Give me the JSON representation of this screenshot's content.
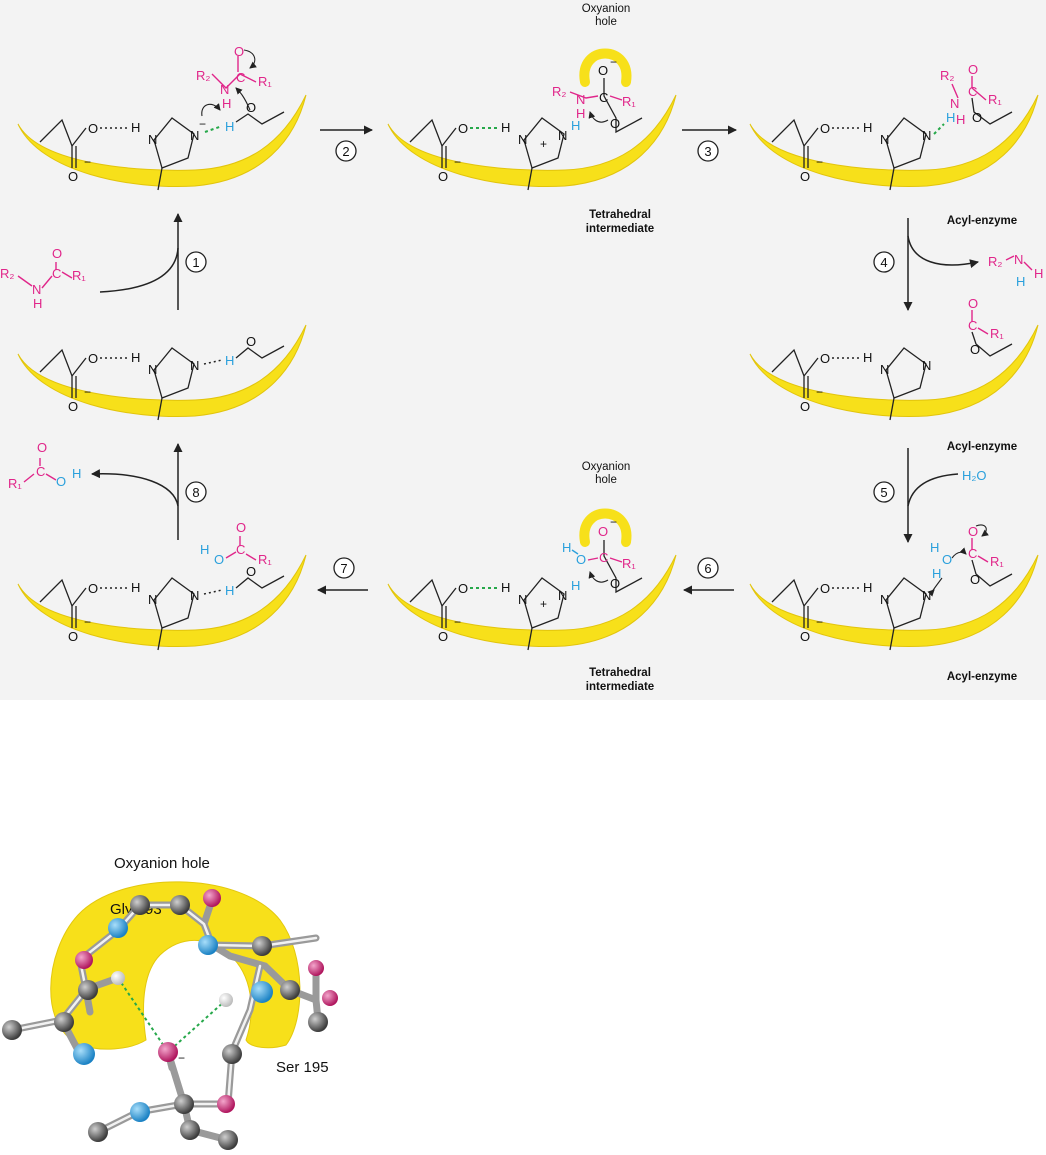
{
  "mechanism": {
    "steps": [
      "1",
      "2",
      "3",
      "4",
      "5",
      "6",
      "7",
      "8"
    ],
    "labels": {
      "oxyanion_hole_1": [
        "Oxyanion",
        "hole"
      ],
      "oxyanion_hole_2": [
        "Oxyanion",
        "hole"
      ],
      "tetrahedral_1": [
        "Tetrahedral",
        "intermediate"
      ],
      "tetrahedral_2": [
        "Tetrahedral",
        "intermediate"
      ],
      "acyl_enzyme_1": "Acyl-enzyme",
      "acyl_enzyme_2": "Acyl-enzyme",
      "acyl_enzyme_3": "Acyl-enzyme"
    },
    "atoms": {
      "O": "O",
      "N": "N",
      "H": "H",
      "C": "C",
      "R1": "R₁",
      "R2": "R₂",
      "plus": "+",
      "minus": "−",
      "water": "H₂O"
    }
  },
  "model": {
    "title": "Oxyanion hole",
    "gly": "Gly 193",
    "ser": "Ser 195",
    "minus": "−"
  },
  "colors": {
    "band": "#f7e01a",
    "substrate": "#e0268a",
    "water": "#2ba0dc",
    "hbond_green": "#26a84a",
    "atom_gray": "#555555",
    "atom_blue": "#2ba0dc",
    "atom_pink": "#d62a7c",
    "panel_bg": "#f3f3f3"
  }
}
